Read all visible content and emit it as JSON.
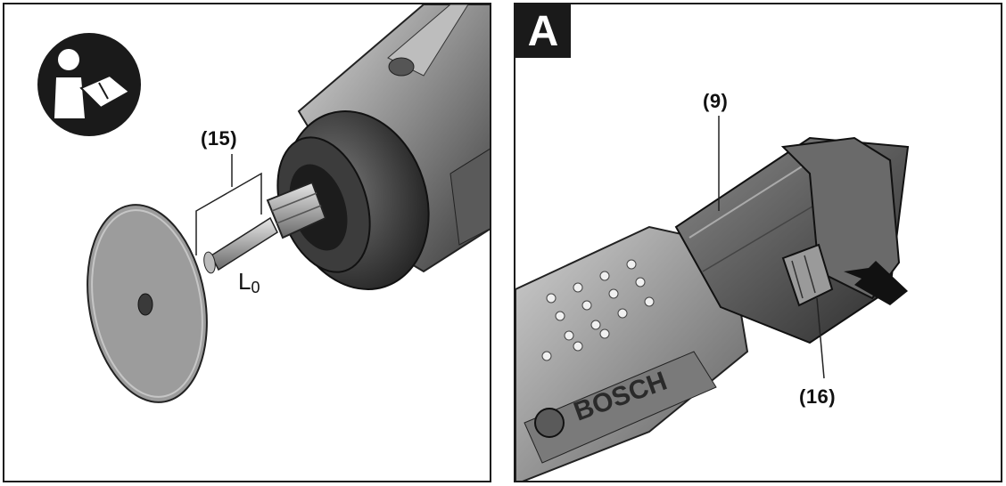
{
  "left_panel": {
    "callout_15": "(15)",
    "dimension_symbol": "L",
    "dimension_subscript": "0"
  },
  "right_panel": {
    "figure_letter": "A",
    "callout_9": "(9)",
    "callout_16": "(16)",
    "brand_on_tool": "BOSCH"
  },
  "icons": [
    "read-manual-icon",
    "arrow-icon"
  ]
}
